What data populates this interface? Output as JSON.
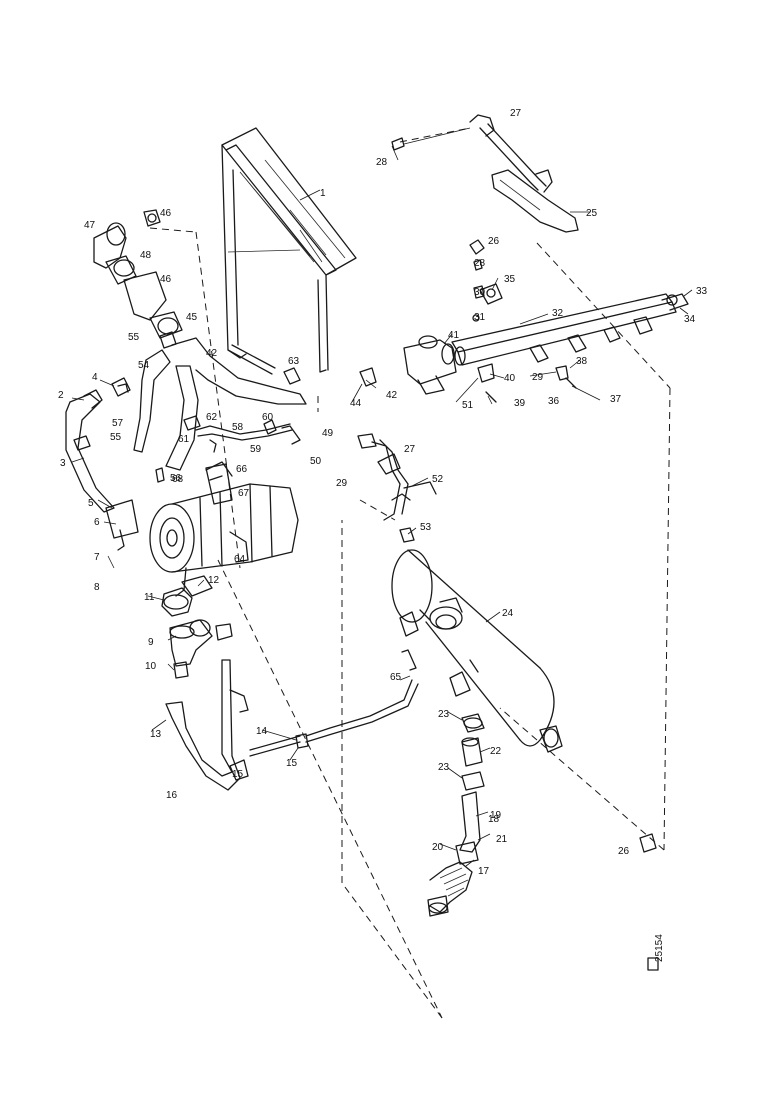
{
  "diagram": {
    "reference": "25154",
    "callouts": [
      {
        "id": "c1",
        "text": "1"
      },
      {
        "id": "c2",
        "text": "2"
      },
      {
        "id": "c3",
        "text": "3"
      },
      {
        "id": "c4",
        "text": "4"
      },
      {
        "id": "c5",
        "text": "5"
      },
      {
        "id": "c6",
        "text": "6"
      },
      {
        "id": "c7",
        "text": "7"
      },
      {
        "id": "c8",
        "text": "8"
      },
      {
        "id": "c9",
        "text": "9"
      },
      {
        "id": "c10",
        "text": "10"
      },
      {
        "id": "c11",
        "text": "11"
      },
      {
        "id": "c12",
        "text": "12"
      },
      {
        "id": "c13",
        "text": "13"
      },
      {
        "id": "c14",
        "text": "14"
      },
      {
        "id": "c15a",
        "text": "15"
      },
      {
        "id": "c15b",
        "text": "15"
      },
      {
        "id": "c16",
        "text": "16"
      },
      {
        "id": "c17",
        "text": "17"
      },
      {
        "id": "c18",
        "text": "18"
      },
      {
        "id": "c19",
        "text": "19"
      },
      {
        "id": "c20",
        "text": "20"
      },
      {
        "id": "c21",
        "text": "21"
      },
      {
        "id": "c22",
        "text": "22"
      },
      {
        "id": "c23a",
        "text": "23"
      },
      {
        "id": "c23b",
        "text": "23"
      },
      {
        "id": "c24",
        "text": "24"
      },
      {
        "id": "c25",
        "text": "25"
      },
      {
        "id": "c26a",
        "text": "26"
      },
      {
        "id": "c26b",
        "text": "26"
      },
      {
        "id": "c27a",
        "text": "27"
      },
      {
        "id": "c27b",
        "text": "27"
      },
      {
        "id": "c28a",
        "text": "28"
      },
      {
        "id": "c28b",
        "text": "28"
      },
      {
        "id": "c29a",
        "text": "29"
      },
      {
        "id": "c29b",
        "text": "29"
      },
      {
        "id": "c30",
        "text": "30"
      },
      {
        "id": "c31",
        "text": "31"
      },
      {
        "id": "c32",
        "text": "32"
      },
      {
        "id": "c33",
        "text": "33"
      },
      {
        "id": "c34",
        "text": "34"
      },
      {
        "id": "c35",
        "text": "35"
      },
      {
        "id": "c36",
        "text": "36"
      },
      {
        "id": "c37",
        "text": "37"
      },
      {
        "id": "c38",
        "text": "38"
      },
      {
        "id": "c39",
        "text": "39"
      },
      {
        "id": "c40",
        "text": "40"
      },
      {
        "id": "c41",
        "text": "41"
      },
      {
        "id": "c42a",
        "text": "42"
      },
      {
        "id": "c42b",
        "text": "42"
      },
      {
        "id": "c44",
        "text": "44"
      },
      {
        "id": "c45",
        "text": "45"
      },
      {
        "id": "c46a",
        "text": "46"
      },
      {
        "id": "c46b",
        "text": "46"
      },
      {
        "id": "c47",
        "text": "47"
      },
      {
        "id": "c48",
        "text": "48"
      },
      {
        "id": "c49",
        "text": "49"
      },
      {
        "id": "c50",
        "text": "50"
      },
      {
        "id": "c51",
        "text": "51"
      },
      {
        "id": "c52",
        "text": "52"
      },
      {
        "id": "c53",
        "text": "53"
      },
      {
        "id": "c54",
        "text": "54"
      },
      {
        "id": "c55a",
        "text": "55"
      },
      {
        "id": "c55b",
        "text": "55"
      },
      {
        "id": "c56",
        "text": "56"
      },
      {
        "id": "c57",
        "text": "57"
      },
      {
        "id": "c58",
        "text": "58"
      },
      {
        "id": "c59",
        "text": "59"
      },
      {
        "id": "c60",
        "text": "60"
      },
      {
        "id": "c61",
        "text": "61"
      },
      {
        "id": "c62",
        "text": "62"
      },
      {
        "id": "c63",
        "text": "63"
      },
      {
        "id": "c64",
        "text": "64"
      },
      {
        "id": "c65",
        "text": "65"
      },
      {
        "id": "c66",
        "text": "66"
      },
      {
        "id": "c67",
        "text": "67"
      },
      {
        "id": "c68",
        "text": "68"
      }
    ]
  }
}
